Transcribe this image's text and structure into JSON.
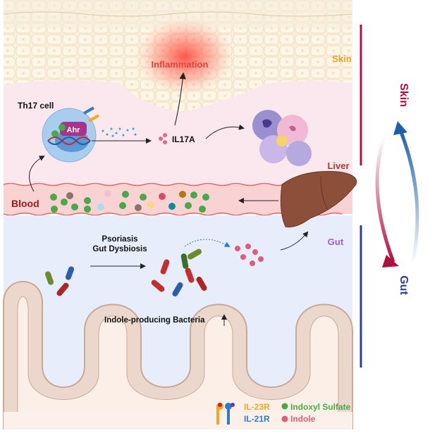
{
  "labels": {
    "skin_region": "Skin",
    "inflammation": "Inflammation",
    "th17_cell": "Th17 cell",
    "ahr": "Ahr",
    "il17a": "IL17A",
    "liver": "Liver",
    "blood": "Blood",
    "gut_region": "Gut",
    "psoriasis": "Psoriasis",
    "gut_dysbiosis": "Gut Dysbiosis",
    "indole_bacteria": "Indole-producing Bacteria",
    "axis_skin": "Skin",
    "axis_gut": "Gut"
  },
  "legend": {
    "il23r": "IL-23R",
    "il21r": "IL-21R",
    "indoxyl_sulfate": "Indoxyl Sulfate",
    "indole": "Indole"
  },
  "colors": {
    "skin_label": "#f0a030",
    "inflammation": "#e8403c",
    "blood_label": "#a01a1a",
    "gut_label": "#9a5fc0",
    "axis_skin": "#b01040",
    "axis_gut": "#2e3f94",
    "il23r": "#f5a623",
    "il21r": "#2d7cc8",
    "indoxyl_sulfate": "#4aa84a",
    "indole": "#e05c78"
  }
}
